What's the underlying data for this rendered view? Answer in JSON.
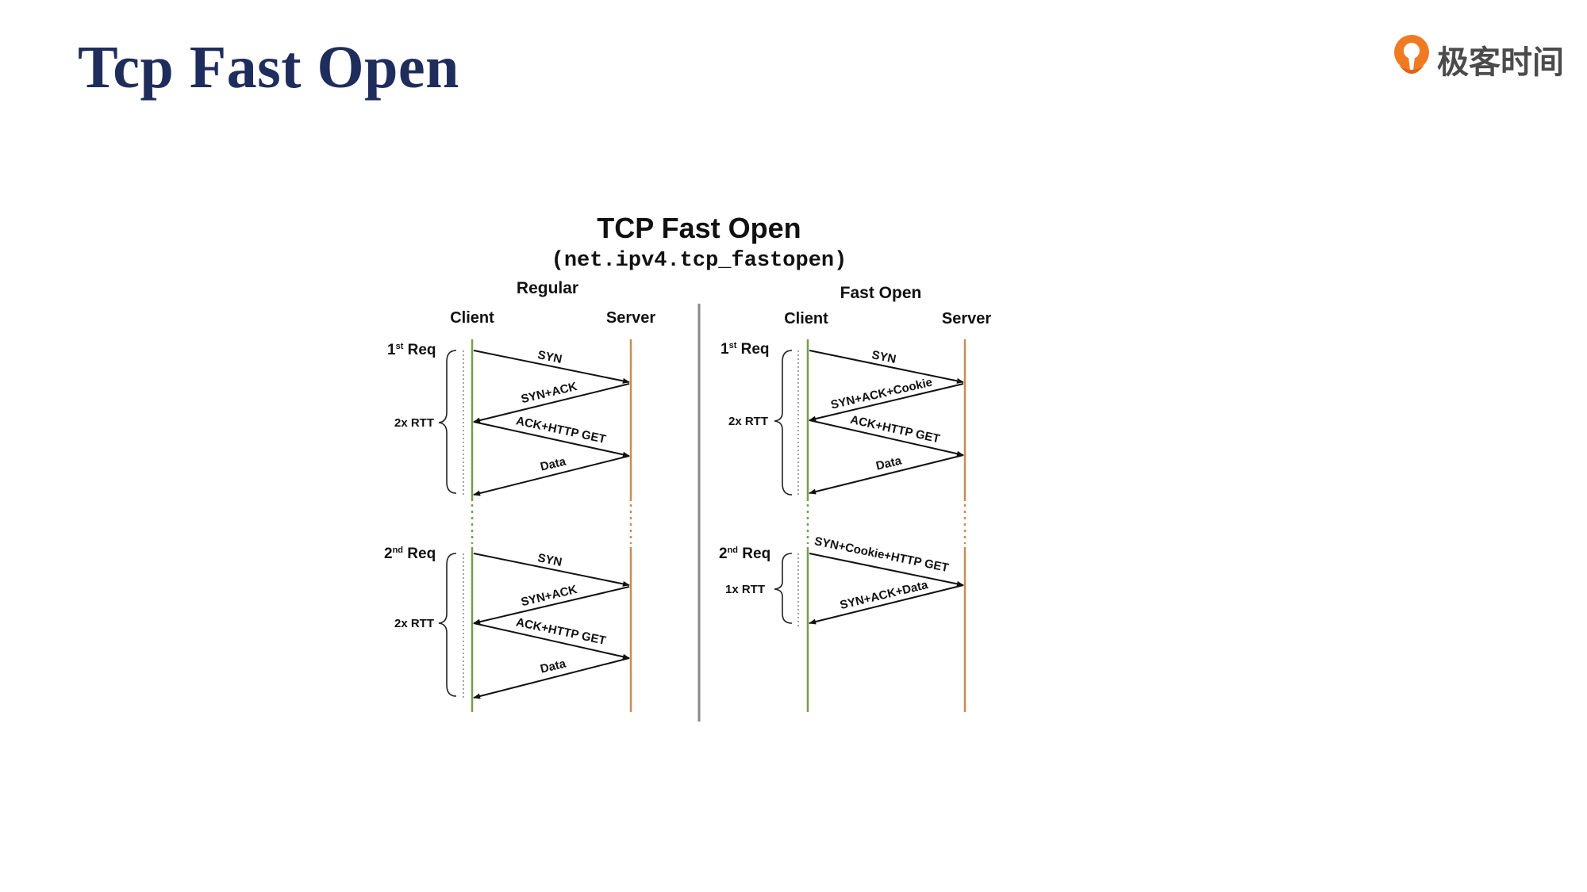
{
  "slide": {
    "title": "Tcp Fast Open"
  },
  "logo": {
    "text": "极客时间",
    "icon": "geektime-logo-icon",
    "icon_color": "#f07a22"
  },
  "diagram": {
    "title": "TCP Fast Open",
    "subtitle": "(net.ipv4.tcp_fastopen)",
    "regular": {
      "heading": "Regular",
      "client": "Client",
      "server": "Server",
      "req1": "1st Req",
      "req2": "2nd Req",
      "rtt1": "2x RTT",
      "rtt2": "2x RTT",
      "msgs1": [
        "SYN",
        "SYN+ACK",
        "ACK+HTTP GET",
        "Data"
      ],
      "msgs2": [
        "SYN",
        "SYN+ACK",
        "ACK+HTTP GET",
        "Data"
      ]
    },
    "fastopen": {
      "heading": "Fast Open",
      "client": "Client",
      "server": "Server",
      "req1": "1st Req",
      "req2": "2nd Req",
      "rtt1": "2x RTT",
      "rtt2": "1x RTT",
      "msgs1": [
        "SYN",
        "SYN+ACK+Cookie",
        "ACK+HTTP GET",
        "Data"
      ],
      "msgs2": [
        "SYN+Cookie+HTTP GET",
        "SYN+ACK+Data"
      ]
    },
    "colors": {
      "client_line": "#7a9a54",
      "server_line": "#c98a55",
      "divider": "#888888"
    }
  }
}
